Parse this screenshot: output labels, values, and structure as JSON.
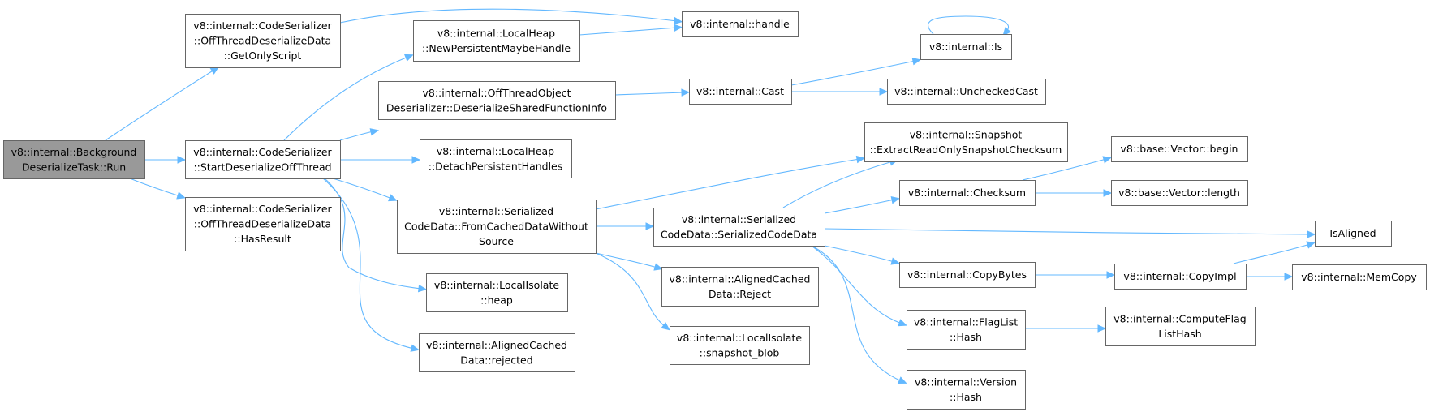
{
  "nodes": [
    {
      "id": "run",
      "lines": [
        "v8::internal::Background",
        "DeserializeTask::Run"
      ],
      "root": true
    },
    {
      "id": "getOnlyScript",
      "lines": [
        "v8::internal::CodeSerializer",
        "::OffThreadDeserializeData",
        "::GetOnlyScript"
      ]
    },
    {
      "id": "startDeser",
      "lines": [
        "v8::internal::CodeSerializer",
        "::StartDeserializeOffThread"
      ]
    },
    {
      "id": "hasResult",
      "lines": [
        "v8::internal::CodeSerializer",
        "::OffThreadDeserializeData",
        "::HasResult"
      ]
    },
    {
      "id": "newPersistent",
      "lines": [
        "v8::internal::LocalHeap",
        "::NewPersistentMaybeHandle"
      ]
    },
    {
      "id": "deserSFI",
      "lines": [
        "v8::internal::OffThreadObject",
        "Deserializer::DeserializeSharedFunctionInfo"
      ]
    },
    {
      "id": "detachHandles",
      "lines": [
        "v8::internal::LocalHeap",
        "::DetachPersistentHandles"
      ]
    },
    {
      "id": "fromCached",
      "lines": [
        "v8::internal::Serialized",
        "CodeData::FromCachedDataWithout",
        "Source"
      ]
    },
    {
      "id": "isolateHeap",
      "lines": [
        "v8::internal::LocalIsolate",
        "::heap"
      ]
    },
    {
      "id": "rejected",
      "lines": [
        "v8::internal::AlignedCached",
        "Data::rejected"
      ]
    },
    {
      "id": "handle",
      "lines": [
        "v8::internal::handle"
      ]
    },
    {
      "id": "cast",
      "lines": [
        "v8::internal::Cast"
      ]
    },
    {
      "id": "scdCtor",
      "lines": [
        "v8::internal::Serialized",
        "CodeData::SerializedCodeData"
      ]
    },
    {
      "id": "reject",
      "lines": [
        "v8::internal::AlignedCached",
        "Data::Reject"
      ]
    },
    {
      "id": "snapshotBlob",
      "lines": [
        "v8::internal::LocalIsolate",
        "::snapshot_blob"
      ]
    },
    {
      "id": "is",
      "lines": [
        "v8::internal::Is"
      ]
    },
    {
      "id": "uncheckedCast",
      "lines": [
        "v8::internal::UncheckedCast"
      ]
    },
    {
      "id": "extractChecksum",
      "lines": [
        "v8::internal::Snapshot",
        "::ExtractReadOnlySnapshotChecksum"
      ]
    },
    {
      "id": "checksum",
      "lines": [
        "v8::internal::Checksum"
      ]
    },
    {
      "id": "copyBytes",
      "lines": [
        "v8::internal::CopyBytes"
      ]
    },
    {
      "id": "flagHash",
      "lines": [
        "v8::internal::FlagList",
        "::Hash"
      ]
    },
    {
      "id": "versionHash",
      "lines": [
        "v8::internal::Version",
        "::Hash"
      ]
    },
    {
      "id": "vecBegin",
      "lines": [
        "v8::base::Vector::begin"
      ]
    },
    {
      "id": "vecLength",
      "lines": [
        "v8::base::Vector::length"
      ]
    },
    {
      "id": "isAligned",
      "lines": [
        "IsAligned"
      ]
    },
    {
      "id": "copyImpl",
      "lines": [
        "v8::internal::CopyImpl"
      ]
    },
    {
      "id": "computeFlag",
      "lines": [
        "v8::internal::ComputeFlag",
        "ListHash"
      ]
    },
    {
      "id": "memCopy",
      "lines": [
        "v8::internal::MemCopy"
      ]
    }
  ],
  "edges": [
    {
      "from": "run",
      "to": "getOnlyScript"
    },
    {
      "from": "run",
      "to": "startDeser"
    },
    {
      "from": "run",
      "to": "hasResult"
    },
    {
      "from": "getOnlyScript",
      "to": "handle"
    },
    {
      "from": "startDeser",
      "to": "newPersistent"
    },
    {
      "from": "startDeser",
      "to": "deserSFI"
    },
    {
      "from": "startDeser",
      "to": "detachHandles"
    },
    {
      "from": "startDeser",
      "to": "fromCached"
    },
    {
      "from": "startDeser",
      "to": "isolateHeap"
    },
    {
      "from": "startDeser",
      "to": "rejected"
    },
    {
      "from": "newPersistent",
      "to": "handle"
    },
    {
      "from": "deserSFI",
      "to": "cast"
    },
    {
      "from": "cast",
      "to": "is"
    },
    {
      "from": "cast",
      "to": "uncheckedCast"
    },
    {
      "from": "is",
      "to": "is"
    },
    {
      "from": "fromCached",
      "to": "extractChecksum"
    },
    {
      "from": "fromCached",
      "to": "scdCtor"
    },
    {
      "from": "fromCached",
      "to": "reject"
    },
    {
      "from": "fromCached",
      "to": "snapshotBlob"
    },
    {
      "from": "scdCtor",
      "to": "extractChecksum"
    },
    {
      "from": "scdCtor",
      "to": "checksum"
    },
    {
      "from": "scdCtor",
      "to": "isAligned"
    },
    {
      "from": "scdCtor",
      "to": "copyBytes"
    },
    {
      "from": "scdCtor",
      "to": "flagHash"
    },
    {
      "from": "scdCtor",
      "to": "versionHash"
    },
    {
      "from": "checksum",
      "to": "vecBegin"
    },
    {
      "from": "checksum",
      "to": "vecLength"
    },
    {
      "from": "copyBytes",
      "to": "copyImpl"
    },
    {
      "from": "copyImpl",
      "to": "isAligned"
    },
    {
      "from": "copyImpl",
      "to": "memCopy"
    },
    {
      "from": "flagHash",
      "to": "computeFlag"
    }
  ],
  "colors": {
    "edge": "#63b8ff",
    "node_border": "#666666",
    "node_fill": "#ffffff",
    "root_fill": "#999999"
  }
}
